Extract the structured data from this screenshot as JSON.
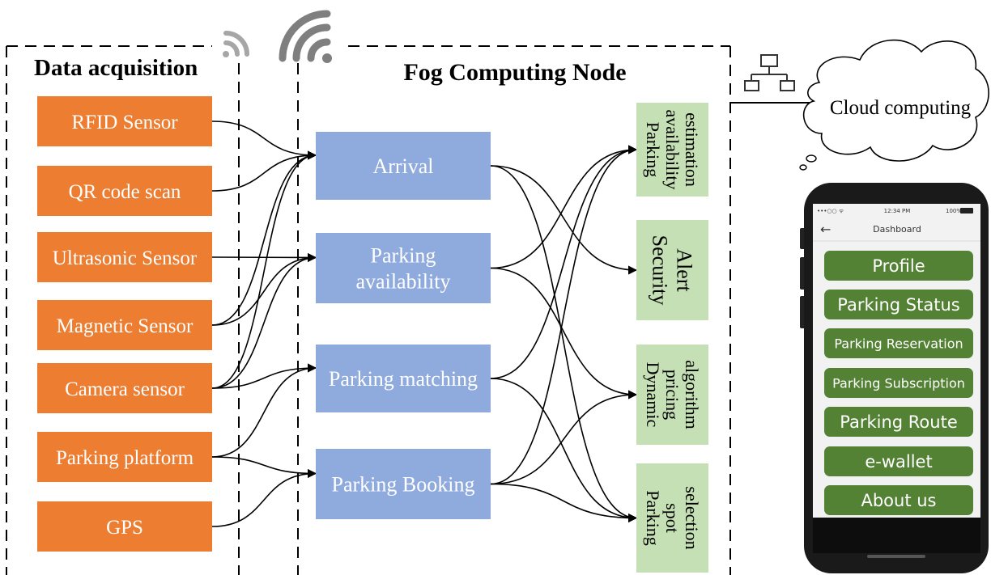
{
  "titles": {
    "data_acquisition": "Data acquisition",
    "fog_node": "Fog Computing Node",
    "cloud": "Cloud computing"
  },
  "sources": [
    {
      "id": "rfid",
      "label": "RFID Sensor"
    },
    {
      "id": "qr",
      "label": "QR code scan"
    },
    {
      "id": "ultrasonic",
      "label": "Ultrasonic Sensor"
    },
    {
      "id": "magnetic",
      "label": "Magnetic Sensor"
    },
    {
      "id": "camera",
      "label": "Camera sensor"
    },
    {
      "id": "platform",
      "label": "Parking platform"
    },
    {
      "id": "gps",
      "label": "GPS"
    }
  ],
  "processes": [
    {
      "id": "arrival",
      "lines": [
        "Arrival"
      ]
    },
    {
      "id": "availability",
      "lines": [
        "Parking",
        "availability"
      ]
    },
    {
      "id": "matching",
      "lines": [
        "Parking matching"
      ]
    },
    {
      "id": "booking",
      "lines": [
        "Parking Booking"
      ]
    }
  ],
  "outputs": [
    {
      "id": "estimation",
      "lines": [
        "Parking",
        "availability",
        "estimation"
      ]
    },
    {
      "id": "alert",
      "lines": [
        "Security",
        "Alert"
      ]
    },
    {
      "id": "pricing",
      "lines": [
        "Dynamic",
        "pricing",
        "algorithm"
      ]
    },
    {
      "id": "spot",
      "lines": [
        "Parking",
        "spot",
        "selection"
      ]
    }
  ],
  "source_links": [
    [
      "rfid",
      "arrival"
    ],
    [
      "qr",
      "arrival"
    ],
    [
      "ultrasonic",
      "availability"
    ],
    [
      "magnetic",
      "arrival"
    ],
    [
      "magnetic",
      "availability"
    ],
    [
      "camera",
      "arrival"
    ],
    [
      "camera",
      "availability"
    ],
    [
      "camera",
      "matching"
    ],
    [
      "platform",
      "matching"
    ],
    [
      "platform",
      "booking"
    ],
    [
      "gps",
      "booking"
    ]
  ],
  "output_links": [
    [
      "arrival",
      "alert"
    ],
    [
      "arrival",
      "spot"
    ],
    [
      "availability",
      "estimation"
    ],
    [
      "availability",
      "pricing"
    ],
    [
      "matching",
      "estimation"
    ],
    [
      "matching",
      "spot"
    ],
    [
      "booking",
      "estimation"
    ],
    [
      "booking",
      "pricing"
    ],
    [
      "booking",
      "spot"
    ]
  ],
  "phone": {
    "status_left": "•••○○ ᯤ",
    "status_time": "12:34 PM",
    "status_battery": "100%",
    "back_icon": "←",
    "title": "Dashboard",
    "menu": [
      "Profile",
      "Parking Status",
      "Parking Reservation",
      "Parking Subscription",
      "Parking Route",
      "e-wallet",
      "About us"
    ]
  },
  "colors": {
    "source": "#ED7D31",
    "process": "#8FAADC",
    "output": "#C5E0B4",
    "menu": "#548235",
    "wifi": "#7F7F7F"
  }
}
